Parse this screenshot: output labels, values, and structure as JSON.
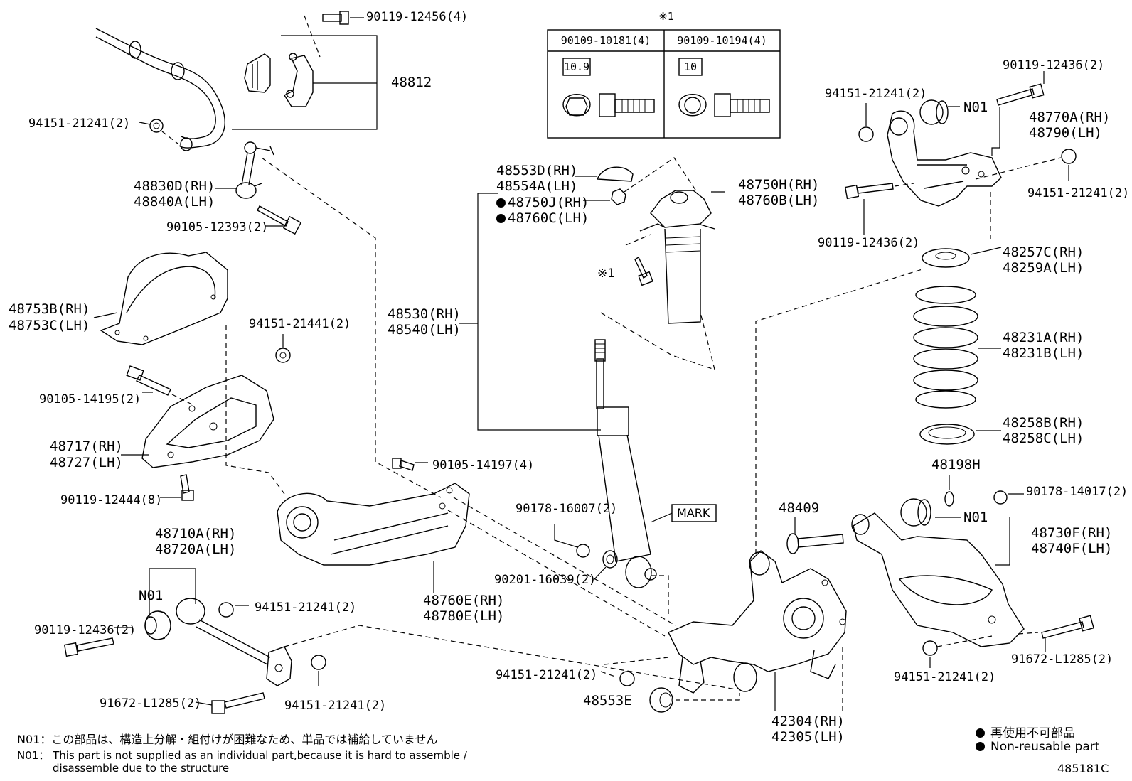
{
  "diagram": {
    "ref_mark": "※1",
    "box": {
      "col1_part": "90109-10181(4)",
      "col2_part": "90109-10194(4)",
      "col1_grade": "10.9",
      "col2_grade": "10"
    },
    "labels": {
      "p90119_12456": "90119-12456(4)",
      "p48812": "48812",
      "p94151_21241_tl": "94151-21241(2)",
      "p48830D": "48830D(RH)",
      "p48840A": "48840A(LH)",
      "p90105_12393": "90105-12393(2)",
      "p48753B": "48753B(RH)",
      "p48753C": "48753C(LH)",
      "p94151_21441": "94151-21441(2)",
      "p90105_14195": "90105-14195(2)",
      "p48717": "48717(RH)",
      "p48727": "48727(LH)",
      "p90119_12444": "90119-12444(8)",
      "p48710A": "48710A(RH)",
      "p48720A": "48720A(LH)",
      "n01_left": "N01",
      "p90119_12436_left": "90119-12436(2)",
      "p94151_21241_ml": "94151-21241(2)",
      "p91672_L1285_left": "91672-L1285(2)",
      "p94151_21241_bl": "94151-21241(2)",
      "p90105_14197": "90105-14197(4)",
      "p48760E": "48760E(RH)",
      "p48780E": "48780E(LH)",
      "p48553D": "48553D(RH)",
      "p48554A": "48554A(LH)",
      "p48750J": "48750J(RH)",
      "p48760C": "48760C(LH)",
      "p48530": "48530(RH)",
      "p48540": "48540(LH)",
      "p48750H": "48750H(RH)",
      "p48760B": "48760B(LH)",
      "ref1": "※1",
      "p90178_16007": "90178-16007(2)",
      "mark": "MARK",
      "p90201_16039": "90201-16039(2)",
      "p94151_21241_bc": "94151-21241(2)",
      "p48553E": "48553E",
      "p48409": "48409",
      "p42304": "42304(RH)",
      "p42305": "42305(LH)",
      "p90119_12436_tr": "90119-12436(2)",
      "p94151_21241_tr": "94151-21241(2)",
      "n01_tr": "N01",
      "p48770A": "48770A(RH)",
      "p48790": "48790(LH)",
      "p94151_21241_r": "94151-21241(2)",
      "p90119_12436_mr": "90119-12436(2)",
      "p48257C": "48257C(RH)",
      "p48259A": "48259A(LH)",
      "p48231A": "48231A(RH)",
      "p48231B": "48231B(LH)",
      "p48258B": "48258B(RH)",
      "p48258C": "48258C(LH)",
      "p48198H": "48198H",
      "p90178_14017": "90178-14017(2)",
      "n01_br": "N01",
      "p48730F": "48730F(RH)",
      "p48740F": "48740F(LH)",
      "p91672_L1285_right": "91672-L1285(2)",
      "p94151_21241_br": "94151-21241(2)"
    },
    "notes": {
      "jp": "N01：この部品は、構造上分解・組付けが困難なため、単品では補給していません",
      "en1": "N01： This part is not supplied as an individual part,because it is hard to assemble /",
      "en2": "disassemble due to the structure"
    },
    "legend": {
      "jp": "再使用不可部品",
      "en": "Non-reusable part"
    },
    "code": "485181C"
  }
}
